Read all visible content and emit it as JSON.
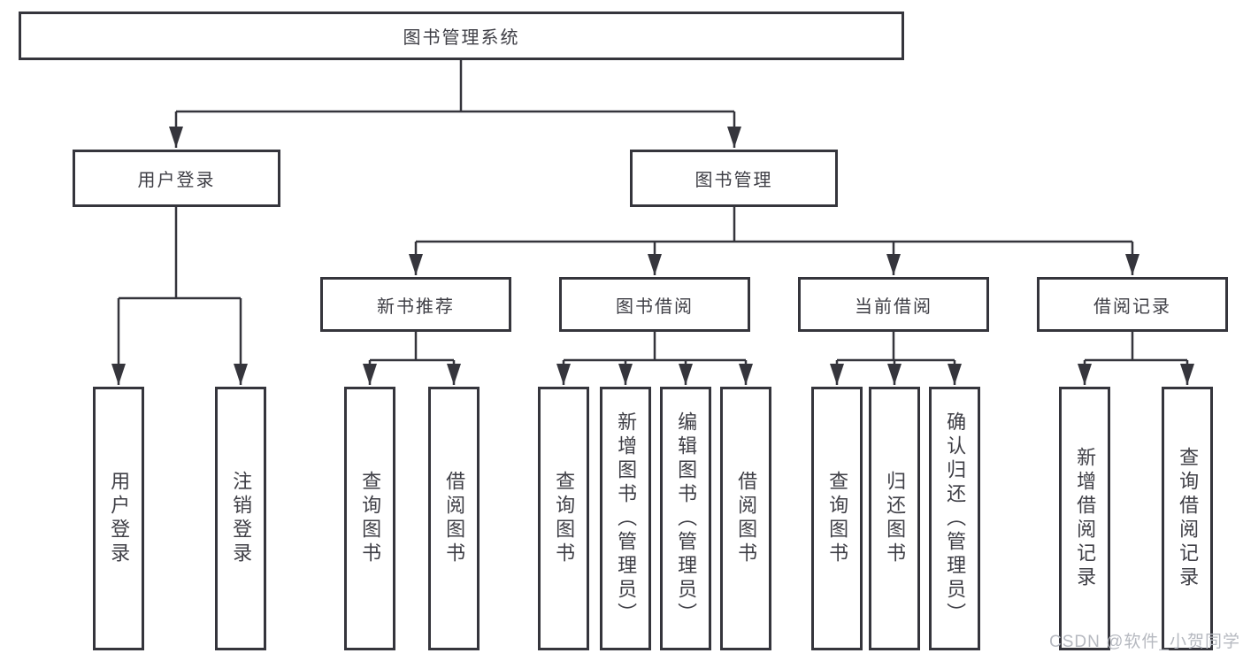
{
  "tree": {
    "label": "图书管理系统",
    "children": [
      {
        "label": "用户登录",
        "children": [
          {
            "label": "用户登录"
          },
          {
            "label": "注销登录"
          }
        ]
      },
      {
        "label": "图书管理",
        "children": [
          {
            "label": "新书推荐",
            "children": [
              {
                "label": "查询图书"
              },
              {
                "label": "借阅图书"
              }
            ]
          },
          {
            "label": "图书借阅",
            "children": [
              {
                "label": "查询图书"
              },
              {
                "label": "新增图书（管理员）"
              },
              {
                "label": "编辑图书（管理员）"
              },
              {
                "label": "借阅图书"
              }
            ]
          },
          {
            "label": "当前借阅",
            "children": [
              {
                "label": "查询图书"
              },
              {
                "label": "归还图书"
              },
              {
                "label": "确认归还（管理员）"
              }
            ]
          },
          {
            "label": "借阅记录",
            "children": [
              {
                "label": "新增借阅记录"
              },
              {
                "label": "查询借阅记录"
              }
            ]
          }
        ]
      }
    ]
  },
  "watermark": "CSDN @软件_小贺同学",
  "colors": {
    "line": "#35353c",
    "text": "#3f3f46",
    "watermark": "#b6b9c0",
    "background": "#ffffff"
  }
}
